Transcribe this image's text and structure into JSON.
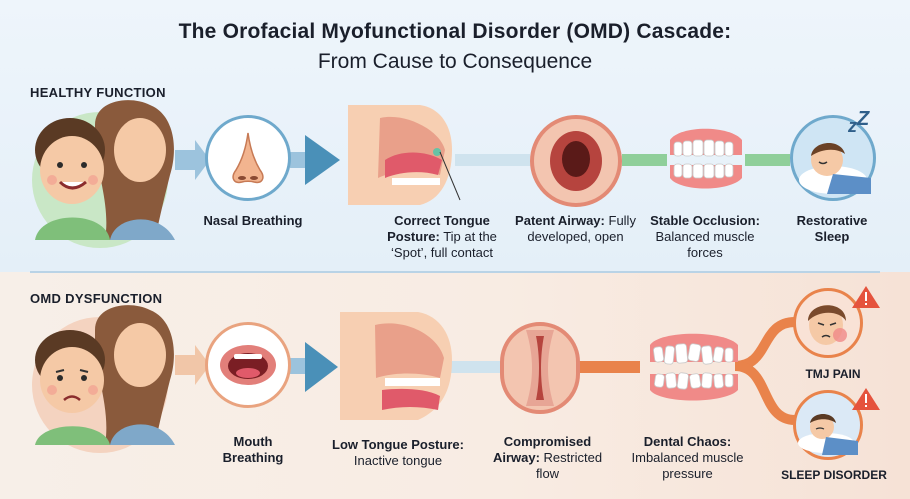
{
  "title": "The Orofacial Myofunctional Disorder (OMD) Cascade:",
  "subtitle": "From Cause to Consequence",
  "colors": {
    "healthy_bg": "#e7f1f9",
    "dysfunction_bg": "#f8ece3",
    "arrow_blue": "#4a90b8",
    "connector_green": "#8fcf9a",
    "connector_orange": "#e9834b",
    "warning": "#e5533d"
  },
  "healthy": {
    "section_label": "HEALTHY FUNCTION",
    "steps": [
      {
        "icon": "nose-icon",
        "label": "Nasal Breathing",
        "desc": ""
      },
      {
        "icon": "tongue-posture-icon",
        "label": "Correct Tongue Posture:",
        "desc": "Tip at the ‘Spot’, full contact"
      },
      {
        "icon": "airway-icon",
        "label": "Patent Airway:",
        "desc": "Fully developed, open"
      },
      {
        "icon": "teeth-icon",
        "label": "Stable Occlusion:",
        "desc": "Balanced muscle forces"
      },
      {
        "icon": "sleep-icon",
        "label": "Restorative Sleep",
        "desc": ""
      }
    ]
  },
  "dysfunction": {
    "section_label": "OMD DYSFUNCTION",
    "steps": [
      {
        "icon": "mouth-icon",
        "label": "Mouth Breathing",
        "desc": ""
      },
      {
        "icon": "low-tongue-icon",
        "label": "Low Tongue Posture:",
        "desc": "Inactive tongue"
      },
      {
        "icon": "restricted-airway-icon",
        "label": "Compromised Airway:",
        "desc": "Restricted flow"
      },
      {
        "icon": "crooked-teeth-icon",
        "label": "Dental Chaos:",
        "desc": "Imbalanced muscle pressure"
      }
    ],
    "outcomes": [
      {
        "icon": "tmj-pain-icon",
        "label": "TMJ PAIN"
      },
      {
        "icon": "sleep-disorder-icon",
        "label": "SLEEP DISORDER"
      }
    ]
  }
}
